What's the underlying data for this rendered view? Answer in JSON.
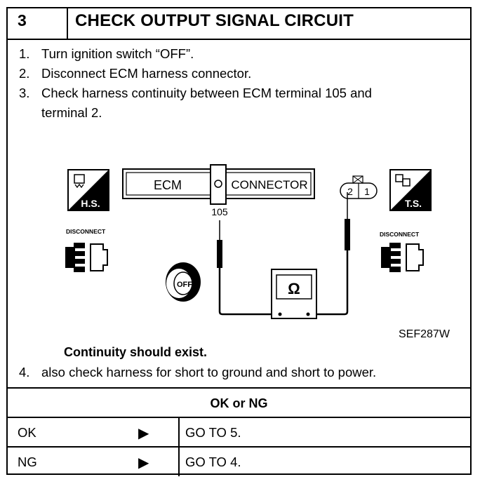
{
  "header": {
    "step_number": "3",
    "title": "CHECK OUTPUT SIGNAL CIRCUIT"
  },
  "instructions": [
    {
      "num": "1.",
      "text": "Turn ignition switch “OFF”."
    },
    {
      "num": "2.",
      "text": "Disconnect ECM harness connector."
    },
    {
      "num": "3.",
      "text": "Check harness continuity between ECM terminal 105 and"
    },
    {
      "num": "",
      "text": "terminal 2."
    }
  ],
  "diagram": {
    "ecm_label": "ECM",
    "connector_label": "CONNECTOR",
    "terminal_105": "105",
    "terminal_2": "2",
    "terminal_1": "1",
    "hs_label": "H.S.",
    "ts_label": "T.S.",
    "disconnect_left": "DISCONNECT",
    "disconnect_right": "DISCONNECT",
    "key_label": "OFF",
    "meter_symbol": "Ω",
    "figure_code": "SEF287W"
  },
  "condition": "Continuity should exist.",
  "step4": {
    "num": "4.",
    "text": "also check harness for short to ground and short to power."
  },
  "result_header": "OK or NG",
  "results": [
    {
      "label": "OK",
      "arrow": "▶",
      "action": "GO TO 5."
    },
    {
      "label": "NG",
      "arrow": "▶",
      "action": "GO TO 4."
    }
  ]
}
